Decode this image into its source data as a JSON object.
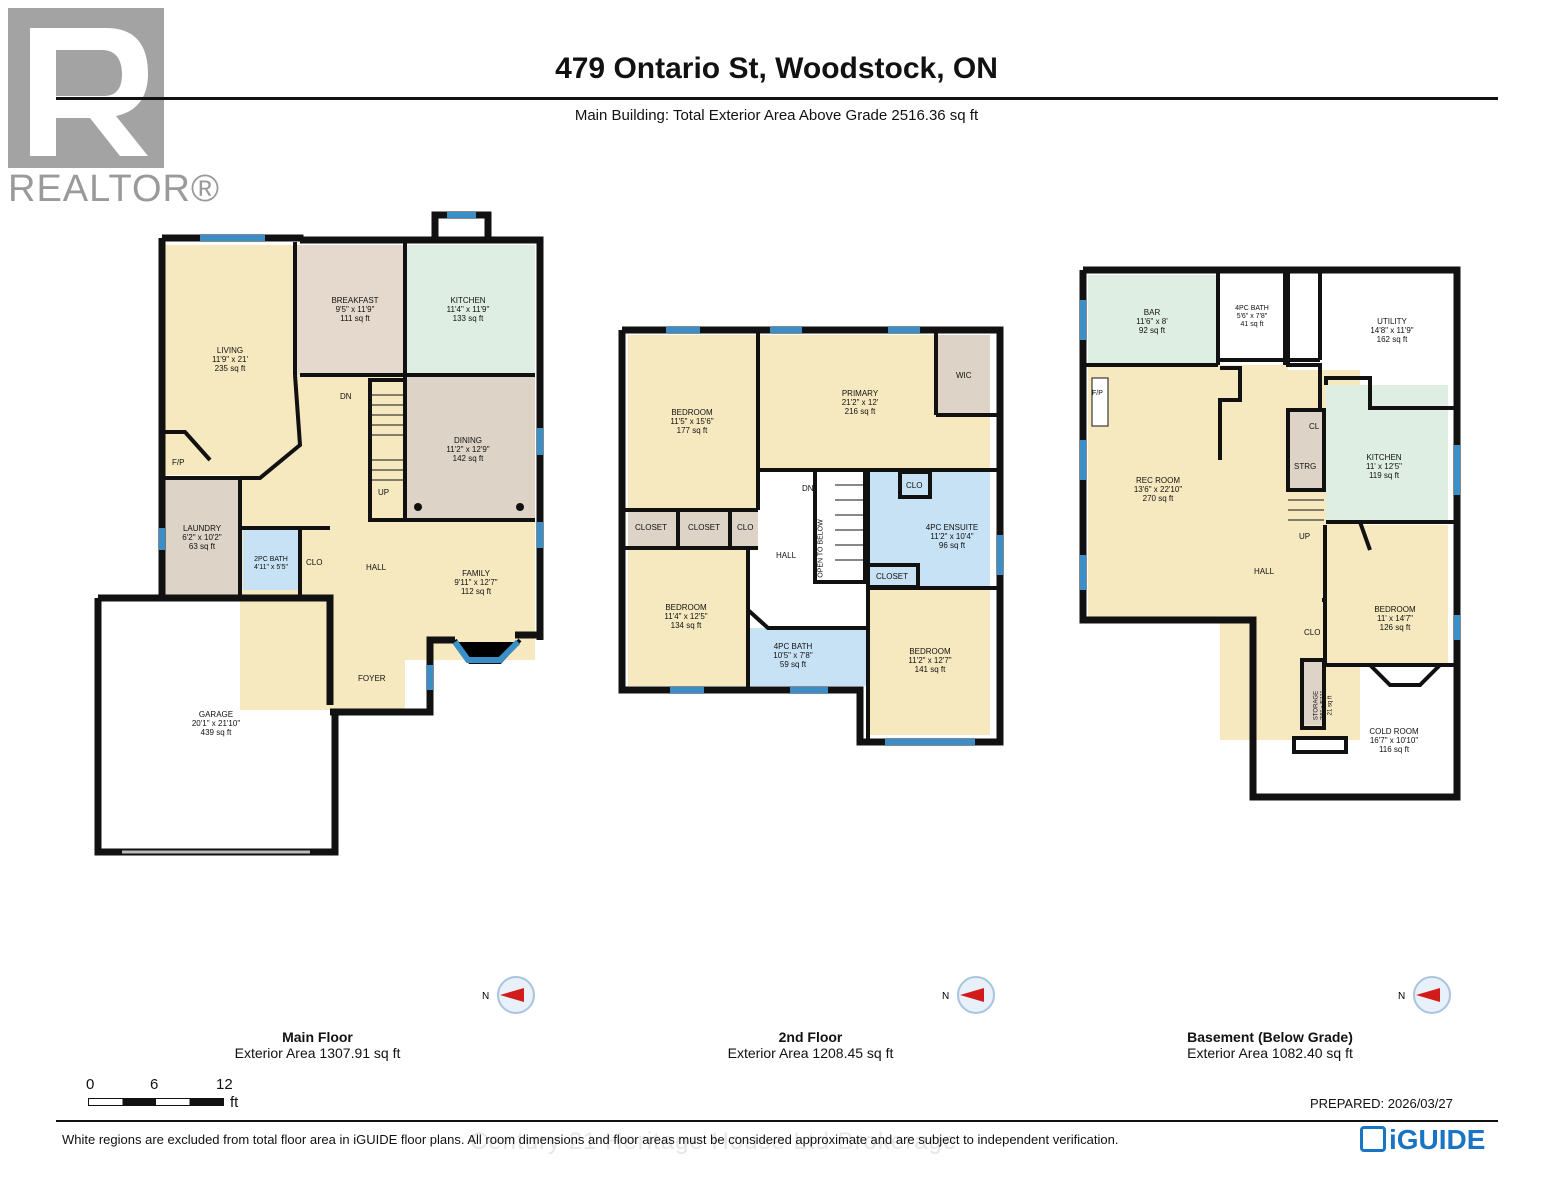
{
  "header": {
    "title": "479 Ontario St, Woodstock, ON",
    "subtitle": "Main Building: Total Exterior Area Above Grade 2516.36 sq ft"
  },
  "realtor_logo": {
    "text": "REALTOR®"
  },
  "main_floor": {
    "label": "Main Floor",
    "area": "Exterior Area 1307.91 sq ft",
    "rooms": [
      {
        "id": "living",
        "name": "LIVING",
        "dims": "11'9\" x 21'",
        "area": "235 sq ft"
      },
      {
        "id": "breakfast",
        "name": "BREAKFAST",
        "dims": "9'5\" x 11'9\"",
        "area": "111 sq ft"
      },
      {
        "id": "kitchen",
        "name": "KITCHEN",
        "dims": "11'4\" x 11'9\"",
        "area": "133 sq ft"
      },
      {
        "id": "dining",
        "name": "DINING",
        "dims": "11'2\" x 12'9\"",
        "area": "142 sq ft"
      },
      {
        "id": "laundry",
        "name": "LAUNDRY",
        "dims": "6'2\" x 10'2\"",
        "area": "63 sq ft"
      },
      {
        "id": "bath2",
        "name": "2PC BATH",
        "dims": "4'11\" x 5'5\"",
        "area": ""
      },
      {
        "id": "family",
        "name": "FAMILY",
        "dims": "9'11\" x 12'7\"",
        "area": "112 sq ft"
      },
      {
        "id": "garage",
        "name": "GARAGE",
        "dims": "20'1\" x 21'10\"",
        "area": "439 sq ft"
      }
    ],
    "labels": {
      "fp": "F/P",
      "clo": "CLO",
      "hall": "HALL",
      "foyer": "FOYER",
      "dn": "DN",
      "up": "UP"
    }
  },
  "second_floor": {
    "label": "2nd Floor",
    "area": "Exterior Area 1208.45 sq ft",
    "rooms": [
      {
        "id": "bed1",
        "name": "BEDROOM",
        "dims": "11'5\" x 15'6\"",
        "area": "177 sq ft"
      },
      {
        "id": "primary",
        "name": "PRIMARY",
        "dims": "21'2\" x 12'",
        "area": "216 sq ft"
      },
      {
        "id": "ensuite",
        "name": "4PC ENSUITE",
        "dims": "11'2\" x 10'4\"",
        "area": "96 sq ft"
      },
      {
        "id": "bed2",
        "name": "BEDROOM",
        "dims": "11'4\" x 12'5\"",
        "area": "134 sq ft"
      },
      {
        "id": "bath4",
        "name": "4PC BATH",
        "dims": "10'5\" x 7'8\"",
        "area": "59 sq ft"
      },
      {
        "id": "bed3",
        "name": "BEDROOM",
        "dims": "11'2\" x 12'7\"",
        "area": "141 sq ft"
      }
    ],
    "labels": {
      "wic": "WIC",
      "closet": "CLOSET",
      "clo": "CLO",
      "hall": "HALL",
      "dn": "DN",
      "open": "OPEN TO BELOW"
    }
  },
  "basement": {
    "label": "Basement (Below Grade)",
    "area": "Exterior Area 1082.40 sq ft",
    "rooms": [
      {
        "id": "bar",
        "name": "BAR",
        "dims": "11'6\" x 8'",
        "area": "92 sq ft"
      },
      {
        "id": "bath4b",
        "name": "4PC BATH",
        "dims": "5'6\" x 7'8\"",
        "area": "41 sq ft"
      },
      {
        "id": "utility",
        "name": "UTILITY",
        "dims": "14'8\" x 11'9\"",
        "area": "162 sq ft"
      },
      {
        "id": "rec",
        "name": "REC ROOM",
        "dims": "13'6\" x 22'10\"",
        "area": "270 sq ft"
      },
      {
        "id": "kitchenb",
        "name": "KITCHEN",
        "dims": "11' x 12'5\"",
        "area": "119 sq ft"
      },
      {
        "id": "bedb",
        "name": "BEDROOM",
        "dims": "11' x 14'7\"",
        "area": "126 sq ft"
      },
      {
        "id": "cold",
        "name": "COLD ROOM",
        "dims": "16'7\" x 10'10\"",
        "area": "116 sq ft"
      },
      {
        "id": "storage",
        "name": "STORAGE",
        "dims": "3'6\" x 5'11\"",
        "area": "21 sq ft"
      }
    ],
    "labels": {
      "fp": "F/P",
      "cl": "CL",
      "strg": "STRG",
      "clo": "CLO",
      "hall": "HALL",
      "up": "UP"
    }
  },
  "compass": {
    "n": "N"
  },
  "scale": {
    "ticks": [
      "0",
      "6",
      "12"
    ],
    "unit": "ft"
  },
  "footer": {
    "prepared": "PREPARED: 2026/03/27",
    "disclaimer": "White regions are excluded from total floor area in iGUIDE floor plans. All room dimensions and floor areas must be considered approximate and are subject to independent verification.",
    "watermark": "Century 21 Heritage House Ltd Brokerage",
    "brand": "iGUIDE"
  },
  "colors": {
    "wall": "#111111",
    "window": "#3a8fc8",
    "yellow": "#f6e9c0",
    "tan": "#e4d9cc",
    "green": "#deeee3",
    "blue": "#c7e2f5",
    "taupe": "#ddd3c6"
  }
}
